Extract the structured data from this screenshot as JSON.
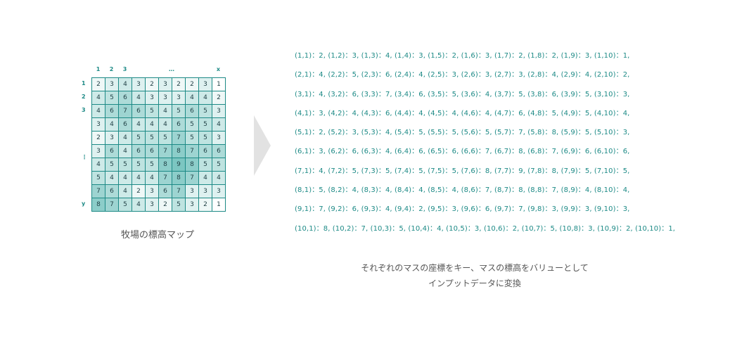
{
  "grid": {
    "x_labels": [
      "1",
      "2",
      "3",
      "…",
      "x"
    ],
    "y_labels": [
      "1",
      "2",
      "3",
      "⋮",
      "y"
    ],
    "values": [
      [
        2,
        3,
        4,
        3,
        2,
        3,
        2,
        2,
        3,
        1
      ],
      [
        4,
        5,
        6,
        4,
        3,
        3,
        3,
        4,
        4,
        2
      ],
      [
        4,
        6,
        7,
        6,
        5,
        4,
        5,
        6,
        5,
        3
      ],
      [
        3,
        4,
        6,
        4,
        4,
        4,
        6,
        5,
        5,
        4
      ],
      [
        2,
        3,
        4,
        5,
        5,
        5,
        7,
        5,
        5,
        3
      ],
      [
        3,
        6,
        4,
        6,
        6,
        7,
        8,
        7,
        6,
        6
      ],
      [
        4,
        5,
        5,
        5,
        5,
        8,
        9,
        8,
        5,
        5
      ],
      [
        5,
        4,
        4,
        4,
        4,
        7,
        8,
        7,
        4,
        4
      ],
      [
        7,
        6,
        4,
        2,
        3,
        6,
        7,
        3,
        3,
        3
      ],
      [
        8,
        7,
        5,
        4,
        3,
        2,
        5,
        3,
        2,
        1
      ]
    ],
    "caption": "牧場の標高マップ",
    "colors": {
      "border": "#1d8a86",
      "low": "#ffffff",
      "high": "#7cc6c1"
    }
  },
  "list": {
    "lines": [
      "(1,1)：2, (1,2)：3, (1,3)：4, (1,4)：3, (1,5)：2, (1,6)：3, (1,7)：2, (1,8)：2, (1,9)：3, (1,10)：1,",
      "(2,1)：4, (2,2)：5, (2,3)：6, (2,4)：4, (2,5)：3, (2,6)：3, (2,7)：3, (2,8)：4, (2,9)：4, (2,10)：2,",
      "(3,1)：4, (3,2)：6, (3,3)：7, (3,4)：6, (3,5)：5, (3,6)：4, (3,7)：5, (3,8)：6, (3,9)：5, (3,10)：3,",
      "(4,1)：3, (4,2)：4, (4,3)：6, (4,4)：4, (4,5)：4, (4,6)：4, (4,7)：6, (4,8)：5, (4,9)：5, (4,10)：4,",
      "(5,1)：2, (5,2)：3, (5,3)：4, (5,4)：5, (5,5)：5, (5,6)：5, (5,7)：7, (5,8)：8, (5,9)：5, (5,10)：3,",
      "(6,1)：3, (6,2)：6, (6,3)：4, (6,4)：6, (6,5)：6, (6,6)：7, (6,7)：8, (6,8)：7, (6,9)：6, (6,10)：6,",
      "(7,1)：4, (7,2)：5, (7,3)：5, (7,4)：5, (7,5)：5, (7,6)：8, (7,7)：9, (7,8)：8, (7,9)：5, (7,10)：5,",
      "(8,1)：5, (8,2)：4, (8,3)：4, (8,4)：4, (8,5)：4, (8,6)：7, (8,7)：8, (8,8)：7, (8,9)：4, (8,10)：4,",
      "(9,1)：7, (9,2)：6, (9,3)：4, (9,4)：2, (9,5)：3, (9,6)：6, (9,7)：7, (9,8)：3, (9,9)：3, (9,10)：3,",
      "(10,1)：8, (10,2)：7, (10,3)：5, (10,4)：4, (10,5)：3, (10,6)：2, (10,7)：5, (10,8)：3, (10,9)：2, (10,10)：1,"
    ]
  },
  "description": {
    "line1": "それぞれのマスの座標をキー、マスの標高をバリューとして",
    "line2": "インプットデータに変換"
  }
}
